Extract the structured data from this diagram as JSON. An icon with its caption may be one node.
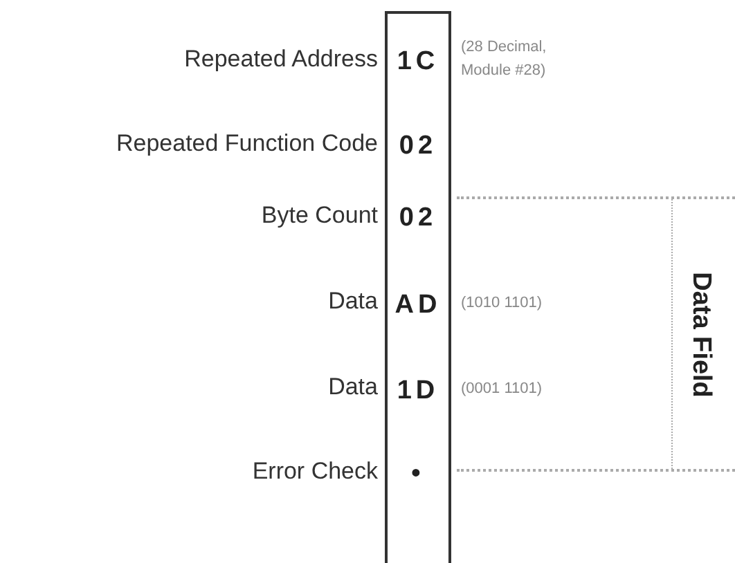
{
  "diagram": {
    "nodes": [
      {
        "text": [
          "1C",
          "02",
          "02",
          "AD",
          "1D",
          "•"
        ]
      },
      {
        "text": [
          "Data Field"
        ]
      }
    ],
    "labels": [
      "Repeated Address",
      "(28 Decimal, Module #28)",
      "Repeated Function Code",
      "Byte Count",
      "Data",
      "(1010 1101)",
      "Data",
      "(0001 1101)",
      "Error Check"
    ]
  }
}
